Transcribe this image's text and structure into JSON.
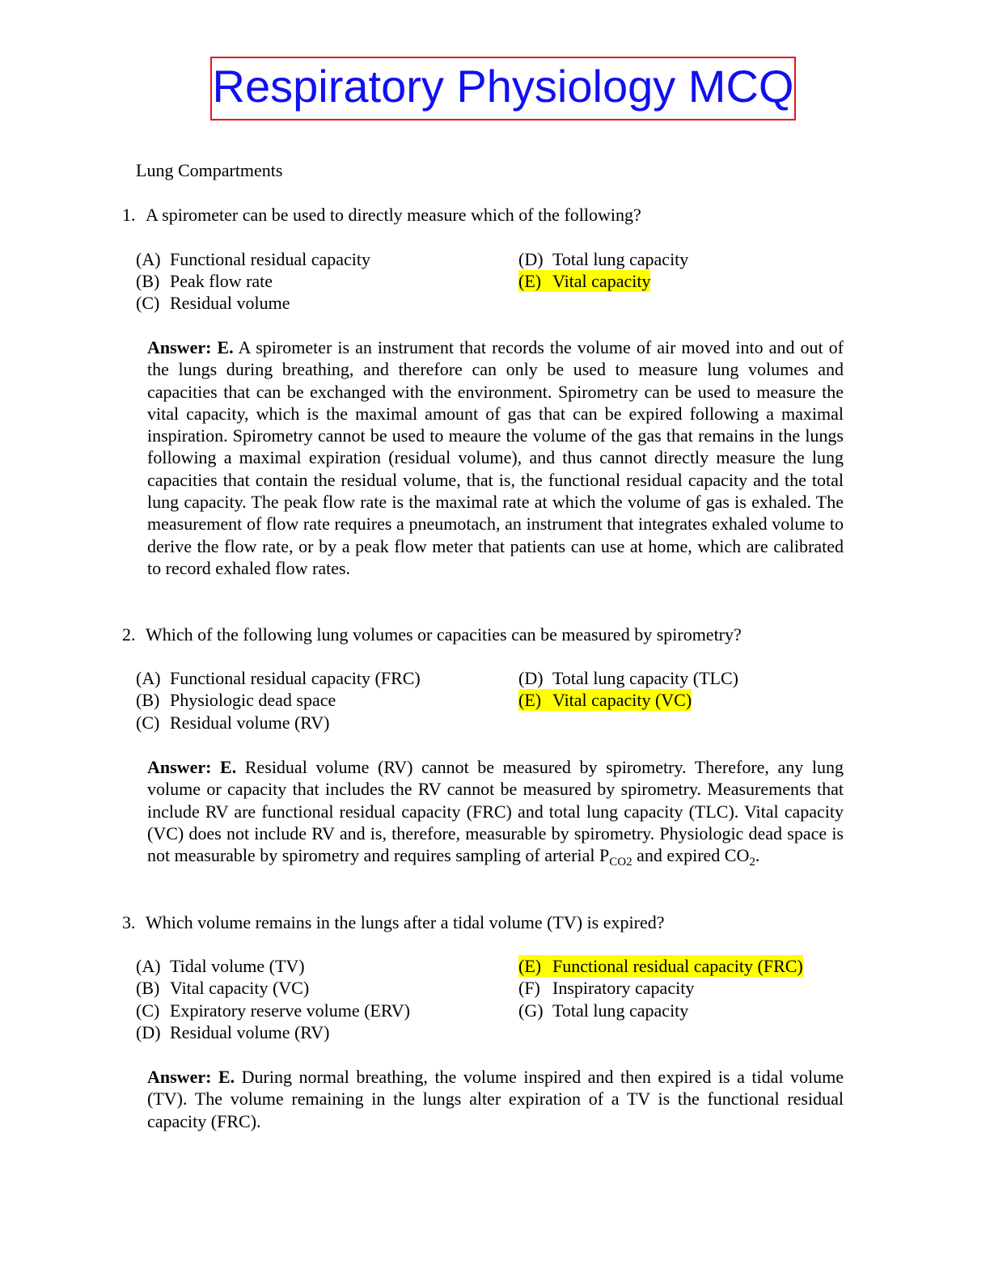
{
  "title": "Respiratory Physiology MCQ",
  "section": "Lung Compartments",
  "questions": [
    {
      "number": "1.",
      "text": "A spirometer can be used to directly measure which of the following?",
      "options": [
        {
          "label": "(A)",
          "text": "Functional residual capacity"
        },
        {
          "label": "(B)",
          "text": "Peak flow rate"
        },
        {
          "label": "(C)",
          "text": "Residual volume"
        },
        {
          "label": "(D)",
          "text": "Total lung capacity"
        },
        {
          "label": "(E)",
          "text": "Vital capacity",
          "correct": true
        }
      ],
      "answer_label": "Answer: E.",
      "answer_text": "A spirometer is an instrument that records the volume of air moved into and out of the lungs during breathing, and therefore can only be used to measure lung volumes and capacities that can be exchanged with the environment. Spirometry can be used to measure the vital capacity, which is the maximal amount of gas that can be expired following a maximal inspiration. Spirometry cannot be used to meaure the volume of the gas that remains in the lungs following a maximal expiration (residual volume), and thus cannot directly measure the lung capacities that contain the residual volume, that is, the functional residual capacity and the total lung capacity. The peak flow rate is the maximal rate at which the volume of gas is exhaled. The measurement of flow rate requires a pneumotach, an instrument that integrates exhaled volume to derive the flow rate, or by a peak flow meter that patients can use at home, which are calibrated to record exhaled flow rates."
    },
    {
      "number": "2.",
      "text": "Which of the following lung volumes or capacities can be measured by spirometry?",
      "options": [
        {
          "label": "(A)",
          "text": "Functional residual capacity (FRC)"
        },
        {
          "label": "(B)",
          "text": "Physiologic dead space"
        },
        {
          "label": "(C)",
          "text": "Residual volume (RV)"
        },
        {
          "label": "(D)",
          "text": "Total lung capacity (TLC)"
        },
        {
          "label": "(E)",
          "text": "Vital capacity (VC)",
          "correct": true
        }
      ],
      "answer_label": "Answer: E.",
      "answer_text": "Residual volume (RV) cannot be measured by spirometry. Therefore, any lung volume or capacity that includes the RV cannot be measured by spirometry. Measurements that include RV are functional residual capacity (FRC) and total lung capacity (TLC). Vital capacity (VC) does not include RV and is, therefore, measurable by spirometry. Physiologic dead space is not measurable by spirometry and requires sampling of arterial P",
      "answer_sub1": "CO2",
      "answer_mid": " and expired CO",
      "answer_sub2": "2",
      "answer_end": "."
    },
    {
      "number": "3.",
      "text": "Which volume remains in the lungs after a tidal volume (TV) is expired?",
      "options": [
        {
          "label": "(A)",
          "text": "Tidal volume (TV)"
        },
        {
          "label": "(B)",
          "text": "Vital capacity (VC)"
        },
        {
          "label": "(C)",
          "text": "Expiratory reserve volume (ERV)"
        },
        {
          "label": "(D)",
          "text": "Residual volume (RV)"
        },
        {
          "label": "(E)",
          "text": "Functional residual capacity (FRC)",
          "correct": true
        },
        {
          "label": "(F)",
          "text": "Inspiratory capacity"
        },
        {
          "label": "(G)",
          "text": "Total lung capacity"
        }
      ],
      "answer_label": "Answer: E.",
      "answer_text": "During normal breathing, the volume inspired and then expired is a tidal volume (TV). The volume remaining in the lungs alter expiration of a TV is the functional residual capacity (FRC)."
    }
  ]
}
